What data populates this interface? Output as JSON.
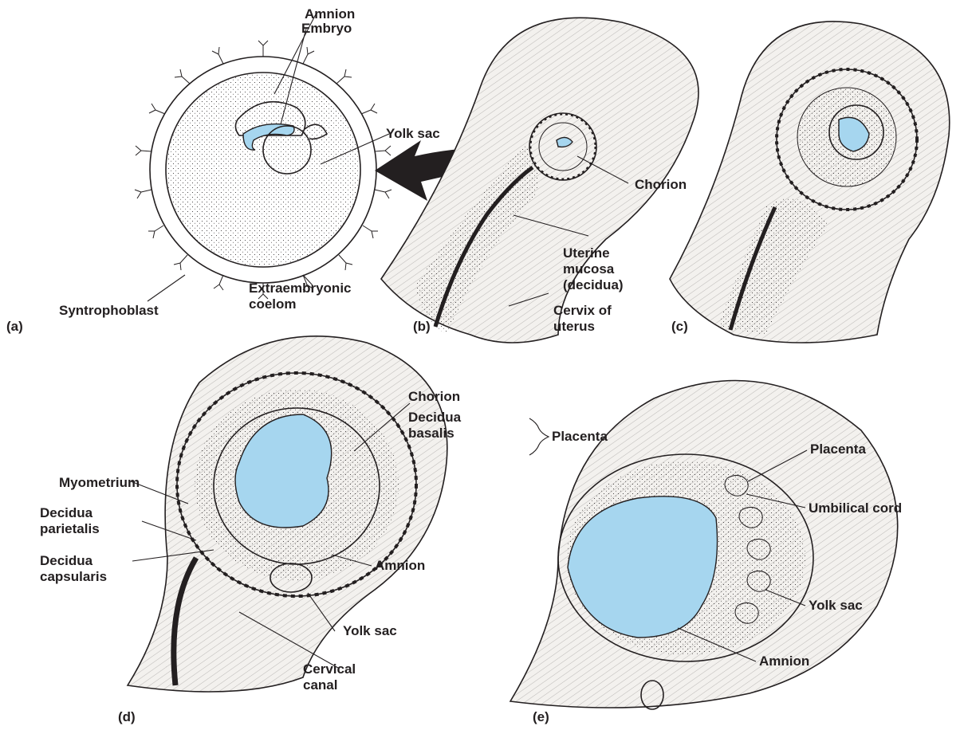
{
  "colors": {
    "ink": "#231f20",
    "embryo_fill": "#a6d6ef",
    "tissue_fill": "#f3f1ee"
  },
  "panels": {
    "a": {
      "tag": "(a)",
      "labels": {
        "amnion": "Amnion",
        "embryo": "Embryo",
        "yolk_sac": "Yolk sac",
        "syntrophoblast": "Syntrophoblast",
        "extraembryonic_coelom": [
          "Extraembryonic",
          "coelom"
        ]
      }
    },
    "b": {
      "tag": "(b)",
      "labels": {
        "chorion": "Chorion",
        "uterine_mucosa": [
          "Uterine",
          "mucosa",
          "(decidua)"
        ],
        "cervix": [
          "Cervix of",
          "uterus"
        ]
      }
    },
    "c": {
      "tag": "(c)"
    },
    "d": {
      "tag": "(d)",
      "labels": {
        "chorion": "Chorion",
        "decidua_basalis": [
          "Decidua",
          "basalis"
        ],
        "placenta": "Placenta",
        "myometrium": "Myometrium",
        "decidua_parietalis": [
          "Decidua",
          "parietalis"
        ],
        "decidua_capsularis": [
          "Decidua",
          "capsularis"
        ],
        "amnion": "Amnion",
        "yolk_sac": "Yolk sac",
        "cervical_canal": [
          "Cervical",
          "canal"
        ]
      }
    },
    "e": {
      "tag": "(e)",
      "labels": {
        "placenta": "Placenta",
        "umbilical_cord": "Umbilical cord",
        "yolk_sac": "Yolk sac",
        "amnion": "Amnion"
      }
    }
  }
}
